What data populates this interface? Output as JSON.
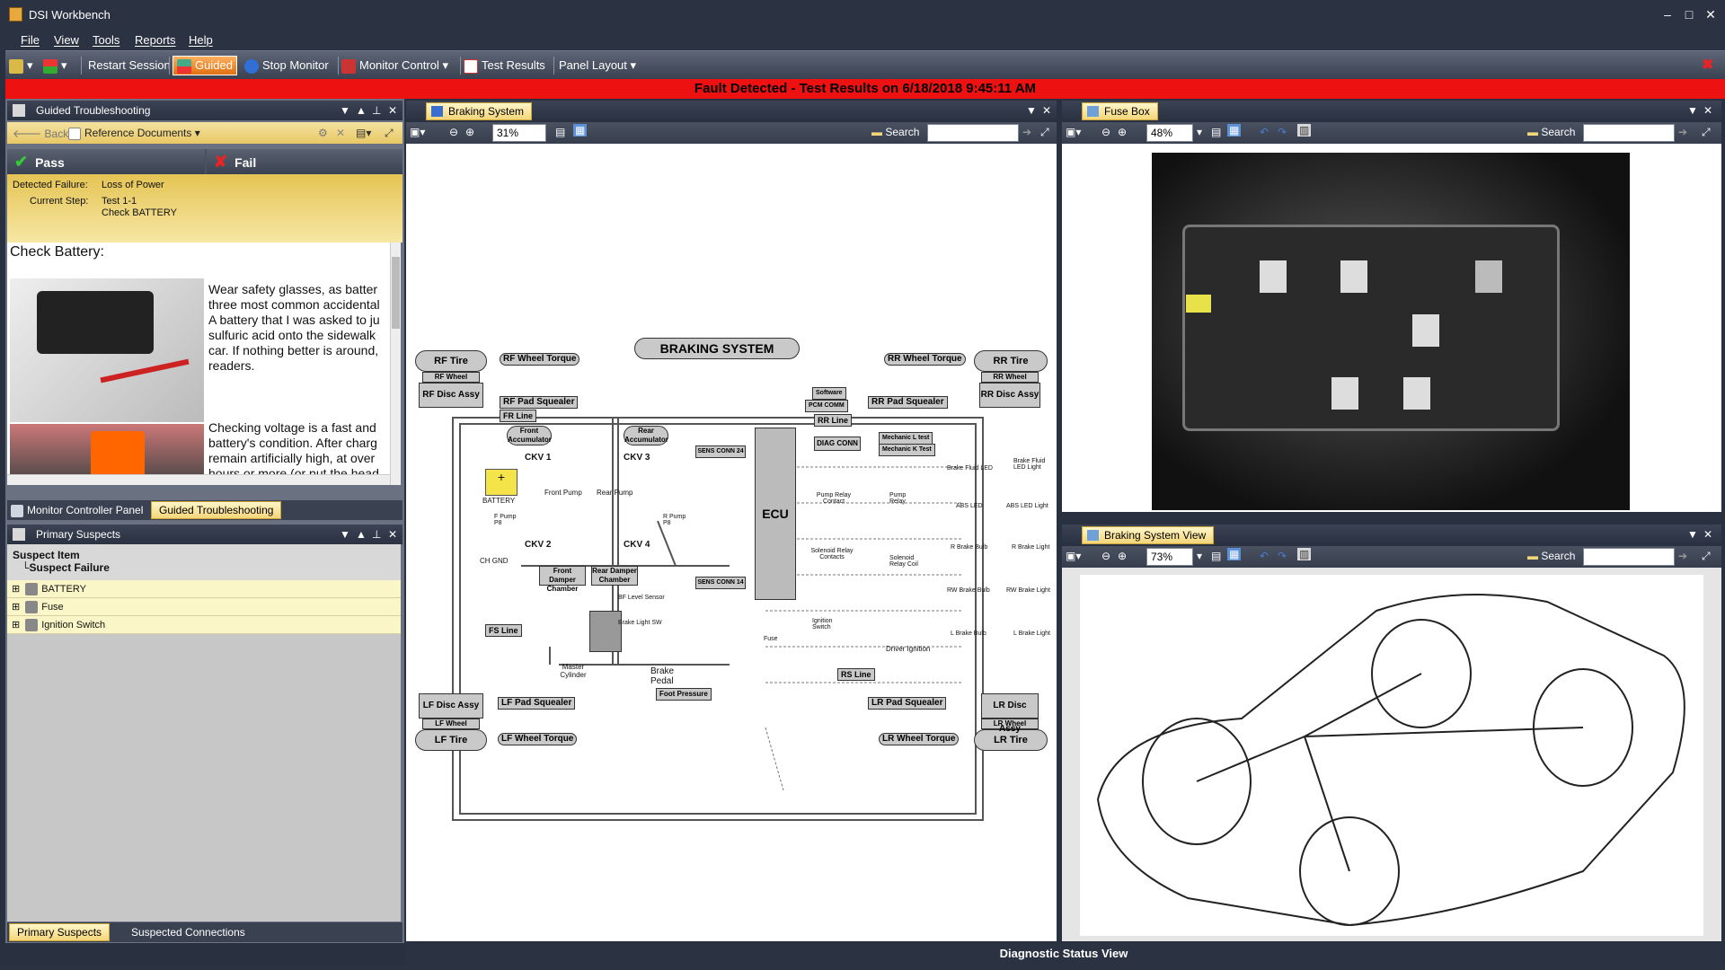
{
  "app": {
    "title": "DSI Workbench"
  },
  "menu": [
    "File",
    "View",
    "Tools",
    "Reports",
    "Help"
  ],
  "toolbar": {
    "restart_session": "Restart Session",
    "guided": "Guided",
    "stop_monitor": "Stop Monitor",
    "monitor_control": "Monitor Control",
    "test_results": "Test Results",
    "panel_layout": "Panel Layout"
  },
  "banner": {
    "text": "Fault Detected - Test Results on 6/18/2018 9:45:11 AM",
    "color": "#ee1111"
  },
  "guided": {
    "title": "Guided Troubleshooting",
    "back": "Back",
    "reference_documents": "Reference Documents",
    "pass": "Pass",
    "fail": "Fail",
    "detected_failure_label": "Detected Failure:",
    "detected_failure_value": "Loss of Power",
    "current_step_label": "Current Step:",
    "current_step_value": "Test 1-1",
    "current_step_detail": "Check BATTERY",
    "content_heading": "Check Battery:",
    "paragraph1": [
      "Wear safety glasses, as batter",
      "three most common accidental",
      "A battery that I was asked to ju",
      "sulfuric acid onto the sidewalk",
      "car. If nothing better is around,",
      "readers."
    ],
    "paragraph2": [
      "Checking voltage is a fast and",
      "battery's condition. After charg",
      "remain artificially high, at over",
      "hours or more (or put the head"
    ],
    "tabs": [
      "Monitor Controller Panel",
      "Guided Troubleshooting"
    ]
  },
  "suspects": {
    "title": "Primary Suspects",
    "col1": "Suspect Item",
    "col2": "Suspect Failure",
    "items": [
      "BATTERY",
      "Fuse",
      "Ignition Switch"
    ],
    "tabs": [
      "Primary Suspects",
      "Suspected Connections"
    ]
  },
  "braking": {
    "tab": "Braking System",
    "zoom": "31%",
    "search": "Search",
    "diagram_title": "BRAKING SYSTEM",
    "labels": {
      "rf_tire": "RF Tire",
      "rf_wheel": "RF Wheel",
      "rf_disc": "RF Disc Assy",
      "rf_wheel_torque": "RF Wheel Torque",
      "rf_pad_squealer": "RF Pad Squealer",
      "rr_tire": "RR Tire",
      "rr_wheel": "RR Wheel",
      "rr_disc": "RR Disc Assy",
      "rr_wheel_torque": "RR Wheel Torque",
      "rr_pad_squealer": "RR Pad Squealer",
      "lf_tire": "LF Tire",
      "lf_wheel": "LF Wheel",
      "lf_disc": "LF Disc Assy",
      "lf_wheel_torque": "LF Wheel Torque",
      "lf_pad_squealer": "LF Pad Squealer",
      "lr_tire": "LR Tire",
      "lr_wheel": "LR Wheel",
      "lr_disc": "LR Disc Assy",
      "lr_wheel_torque": "LR Wheel Torque",
      "lr_pad_squealer": "LR Pad Squealer",
      "fr_line": "FR Line",
      "rr_line": "RR Line",
      "fs_line": "FS Line",
      "rs_line": "RS Line",
      "front_acc": "Front Accumulator",
      "rear_acc": "Rear Accumulator",
      "ckv1": "CKV 1",
      "ckv2": "CKV 2",
      "ckv3": "CKV 3",
      "ckv4": "CKV 4",
      "battery": "BATTERY",
      "ch_gnd": "CH GND",
      "front_pump": "Front Pump",
      "rear_pump": "Rear Pump",
      "f_pump_p8": "F Pump P8",
      "r_pump_p8": "R Pump P8",
      "front_damper": "Front Damper Chamber",
      "rear_damper": "Rear Damper Chamber",
      "master": "Master Cylinder",
      "brake_pedal": "Brake Pedal",
      "foot_pressure": "Foot Pressure",
      "bf_level": "BF Level Sensor",
      "brake_light_sw": "Brake Light SW",
      "ecu": "ECU",
      "sens24": "SENS CONN 24",
      "sens14": "SENS CONN 14",
      "diag_conn": "DIAG CONN",
      "software": "Software",
      "pcm_comm": "PCM COMM",
      "mech_l": "Mechanic L test",
      "mech_k": "Mechanic K Test",
      "pump_relay_contact": "Pump Relay Contact",
      "pump_relay": "Pump Relay",
      "solenoid_contacts": "Solenoid Relay Contacts",
      "solenoid_coil": "Solenoid Relay Coil",
      "fuse": "Fuse",
      "ign_switch": "Ignition Switch",
      "driver_ign": "Driver Ignition",
      "bf_led": "Brake Fluid LED",
      "bf_led_light": "Brake Fluid LED Light",
      "abs_led": "ABS LED",
      "abs_led_light": "ABS LED Light",
      "r_bulb": "R Brake Bulb",
      "r_light": "R Brake Light",
      "rw_bulb": "RW Brake Bulb",
      "rw_light": "RW Brake Light",
      "l_bulb": "L Brake Bulb",
      "l_light": "L Brake Light"
    }
  },
  "fusebox": {
    "tab": "Fuse Box",
    "zoom": "48%",
    "search": "Search"
  },
  "brakeview": {
    "tab": "Braking System View",
    "zoom": "73%",
    "search": "Search"
  },
  "status": {
    "text": "Diagnostic Status View"
  }
}
